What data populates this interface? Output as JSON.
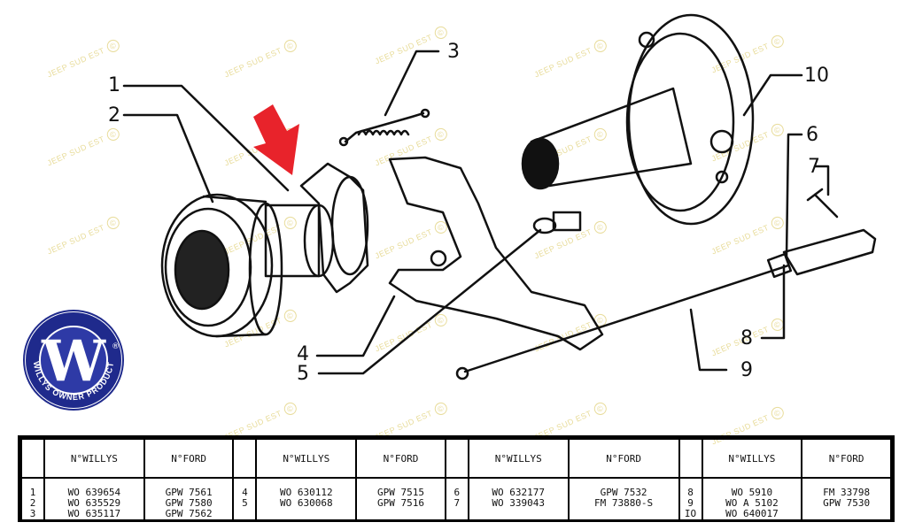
{
  "callouts": [
    "1",
    "2",
    "3",
    "4",
    "5",
    "6",
    "7",
    "8",
    "9",
    "10"
  ],
  "watermark": {
    "text": "JEEP SUD EST",
    "symbol": "©"
  },
  "logo": {
    "letter": "W",
    "ring_text": "WILLYS OWNER PRODUCT",
    "mark": "®",
    "colors": {
      "ring": "#1f2a8c",
      "inner": "#2e3aa6"
    }
  },
  "arrow_color": "#e8232b",
  "table": {
    "headers": {
      "no": "N°",
      "willys": "WILLYS",
      "ford": "FORD"
    },
    "groups": [
      {
        "nums": [
          "1",
          "2",
          "3"
        ],
        "willys": [
          "WO 639654",
          "WO 635529",
          "WO 635117"
        ],
        "ford": [
          "GPW 7561",
          "GPW 7580",
          "GPW 7562"
        ]
      },
      {
        "nums": [
          "4",
          "5"
        ],
        "willys": [
          "WO 630112",
          "WO 630068"
        ],
        "ford": [
          "GPW 7515",
          "GPW 7516"
        ]
      },
      {
        "nums": [
          "6",
          "7"
        ],
        "willys": [
          "WO 632177",
          "WO 339043"
        ],
        "ford": [
          "GPW 7532",
          "FM 73880-S"
        ]
      },
      {
        "nums": [
          "8",
          "9",
          "IO"
        ],
        "willys": [
          "WO 5910",
          "WO A 5102",
          "WO 640017"
        ],
        "ford": [
          "FM 33798",
          "GPW 7530"
        ]
      }
    ]
  }
}
